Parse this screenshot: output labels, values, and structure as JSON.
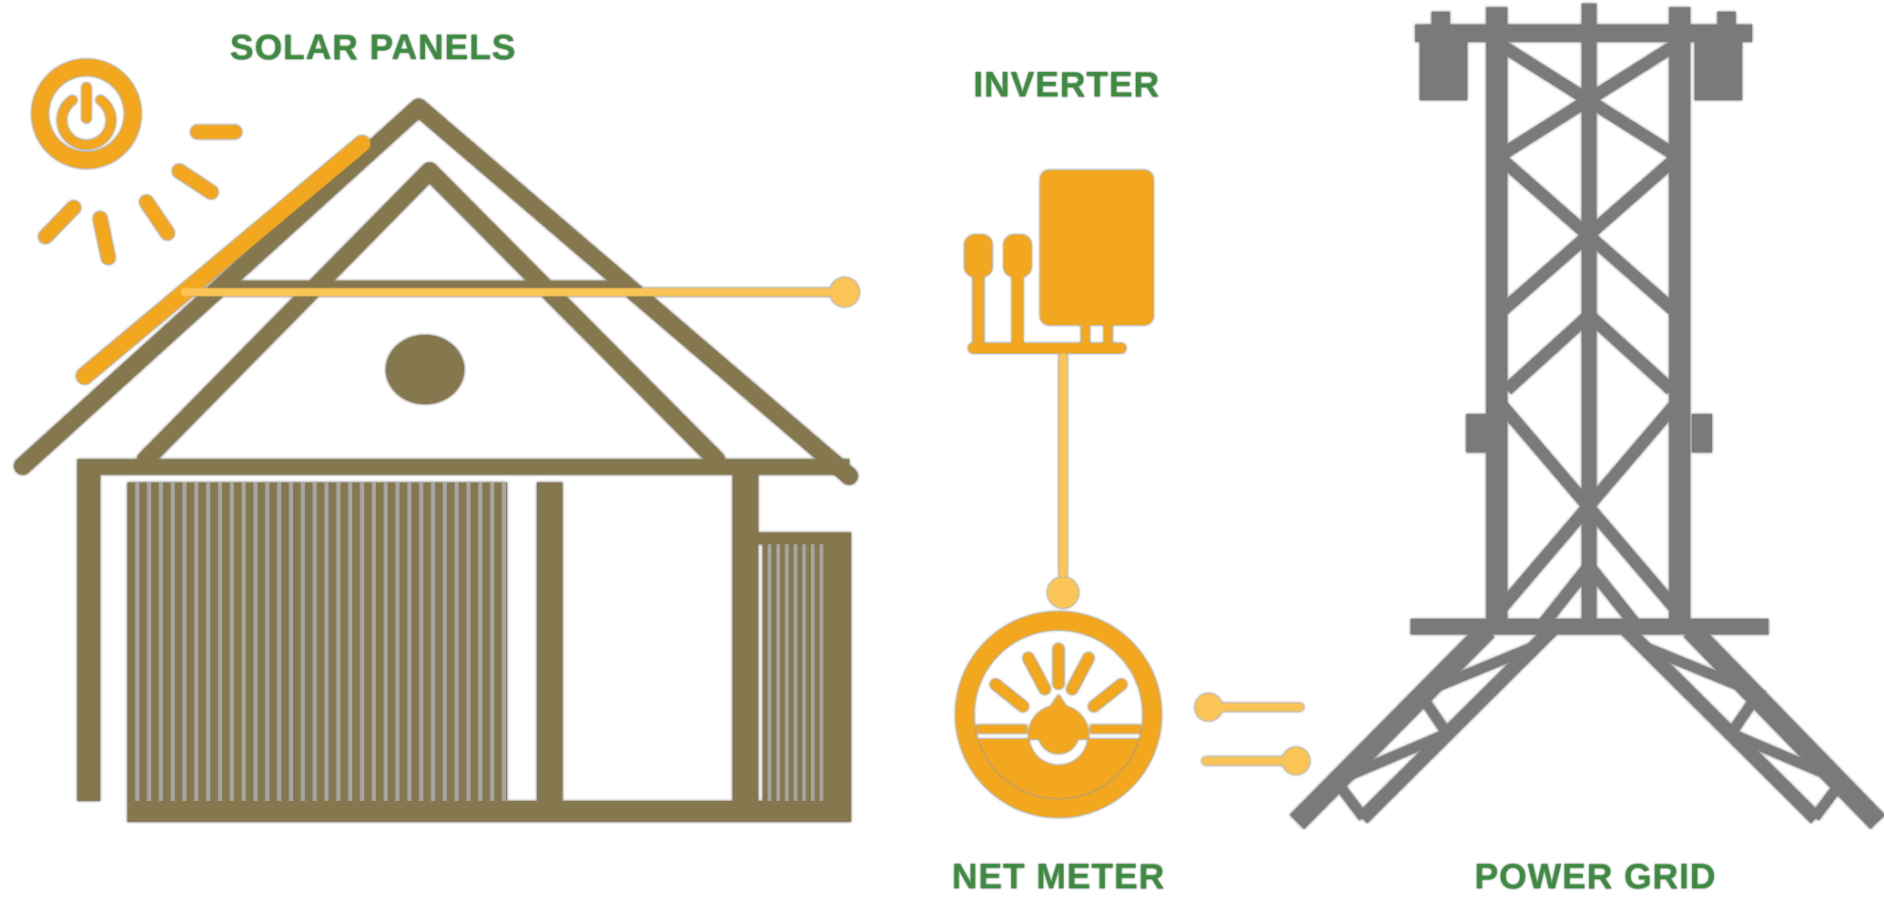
{
  "diagram": {
    "type": "solar-net-metering-flow",
    "nodes": [
      {
        "id": "solar-panels",
        "label": "SOLAR PANELS",
        "icon": "sun-power-icon + house-icon + solar-panel-icon"
      },
      {
        "id": "inverter",
        "label": "INVERTER",
        "icon": "inverter-icon"
      },
      {
        "id": "net-meter",
        "label": "NET METER",
        "icon": "net-meter-gauge-icon"
      },
      {
        "id": "power-grid",
        "label": "POWER GRID",
        "icon": "transmission-tower-icon"
      }
    ],
    "connections": [
      {
        "from": "solar-panels",
        "to": "inverter",
        "style": "horizontal line with end dot"
      },
      {
        "from": "inverter",
        "to": "net-meter",
        "style": "vertical line with end dot"
      },
      {
        "from": "power-grid",
        "to": "net-meter",
        "style": "horizontal line, dot toward meter"
      },
      {
        "from": "net-meter",
        "to": "power-grid",
        "style": "horizontal line, dot toward grid"
      }
    ]
  },
  "labels": {
    "solar_panels": "SOLAR PANELS",
    "inverter": "INVERTER",
    "net_meter": "NET METER",
    "power_grid": "POWER GRID"
  },
  "icons": [
    "sun-power-icon",
    "solar-panel-icon",
    "house-icon",
    "inverter-icon",
    "net-meter-gauge-icon",
    "transmission-tower-icon"
  ],
  "colors": {
    "orange": "#F2A71E",
    "amber": "#FBC457",
    "olive": "#86784E",
    "gray": "#7A7A7A",
    "green": "#3D8B40",
    "halo": "#979797",
    "stripe_gap": "#A6A6A6",
    "background": "#FFFFFF"
  }
}
